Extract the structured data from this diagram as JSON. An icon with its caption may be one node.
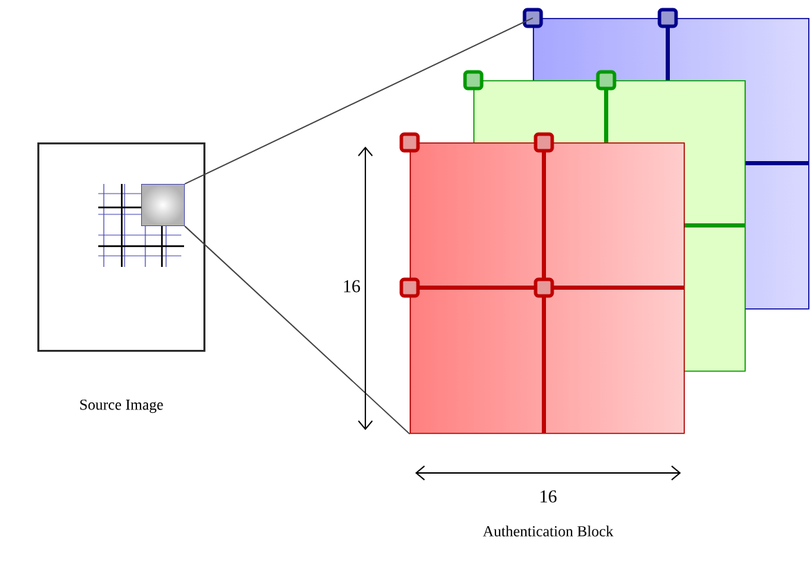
{
  "diagram": {
    "nodes": [
      {
        "text": [
          "Source Image"
        ]
      },
      {
        "text": [],
        "shape": "box",
        "in": 0
      },
      {
        "text": [],
        "shape": "box"
      },
      {
        "text": [],
        "shape": "box"
      },
      {
        "text": [],
        "shape": "box"
      }
    ],
    "edges": [
      {
        "from": 1,
        "to": 4,
        "arrow": "none"
      },
      {
        "from": 1,
        "to": 2,
        "arrow": "none"
      }
    ],
    "labels": [
      "16",
      "16",
      "Authentication Block"
    ]
  }
}
